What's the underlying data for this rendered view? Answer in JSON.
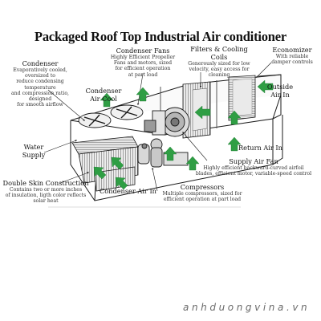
{
  "title": "Packaged Roof Top Industrial Air conditioner",
  "labels": {
    "condenser": {
      "heading": "Condenser",
      "desc": [
        "Evaporatively cooled, oversized to",
        "reduce condensing temperature",
        "and compression ratio, designed",
        "for smooth airflow"
      ]
    },
    "condenser_fans": {
      "heading": "Condenser Fans",
      "desc": [
        "Highly Efficient Propeller",
        "Fans and motors, sized",
        "for efficient operation",
        "at part load"
      ]
    },
    "filters": {
      "heading": "Filters & Cooling Coils",
      "desc": [
        "Generously sized for low",
        "velocity, easy access for",
        "cleaning"
      ]
    },
    "economizer": {
      "heading": "Economizer",
      "desc": [
        "With reliable",
        "damper controls"
      ]
    },
    "condenser_air_cool": {
      "heading": [
        "Condenser",
        "Air Cool"
      ]
    },
    "outside_air_in": {
      "heading": [
        "Outside",
        "Air In"
      ]
    },
    "water_supply": {
      "heading": [
        "Water",
        "Supply"
      ]
    },
    "return_air_in": {
      "heading": "Return Air In"
    },
    "supply_air_fan": {
      "heading": "Supply Air Fan",
      "desc": [
        "Highly efficient backward-curved airfoil",
        "blades, efficient motor, variable-speed control"
      ]
    },
    "double_skin": {
      "heading": "Double Skin Construction",
      "desc": [
        "Contains two or more inches",
        "of insulation, ligth color reflects",
        "solar heat"
      ]
    },
    "condenser_air_in": {
      "heading": "Condenser Air In"
    },
    "compressors": {
      "heading": "Compressors",
      "desc": [
        "Multiple compressors, sized for",
        "efficient operation at part load"
      ]
    }
  },
  "watermark": "anhduongvina.vn",
  "colors": {
    "arrow": "#2f9e44",
    "line": "#1a1a1a",
    "shade": "#c9c9c9",
    "dark": "#555555"
  }
}
